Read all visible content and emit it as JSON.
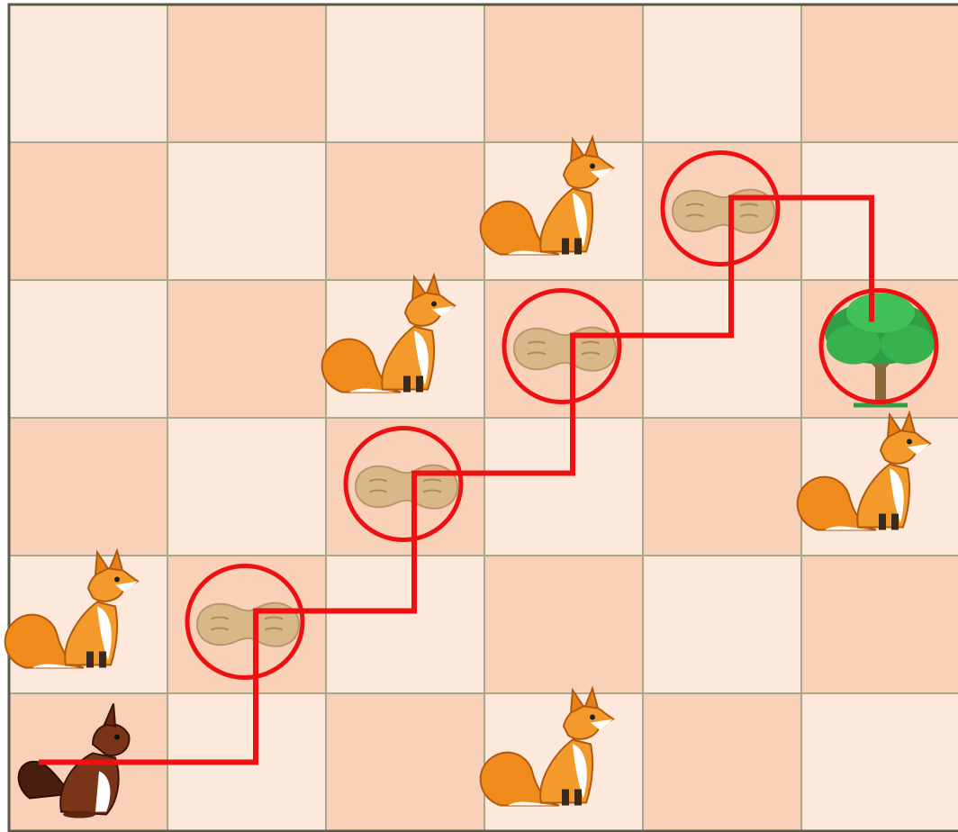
{
  "board": {
    "rows": 6,
    "cols": 6,
    "colors": {
      "light": "#fce9dc",
      "dark": "#f8d1b8",
      "grid_line": "#a8a88a",
      "border": "#5a5a4a",
      "path": "#ee1111"
    },
    "cells": [
      [
        "",
        "",
        "",
        "",
        "",
        ""
      ],
      [
        "",
        "",
        "",
        "fox",
        "peanut",
        ""
      ],
      [
        "",
        "",
        "fox",
        "peanut",
        "",
        "tree"
      ],
      [
        "",
        "",
        "peanut",
        "",
        "",
        "fox"
      ],
      [
        "fox",
        "peanut",
        "",
        "",
        "",
        ""
      ],
      [
        "squirrel",
        "",
        "",
        "fox",
        "",
        ""
      ]
    ],
    "path": [
      [
        5,
        0
      ],
      [
        4,
        1
      ],
      [
        3,
        2
      ],
      [
        2,
        3
      ],
      [
        1,
        4
      ],
      [
        2,
        5
      ]
    ],
    "circled": [
      [
        4,
        1
      ],
      [
        3,
        2
      ],
      [
        2,
        3
      ],
      [
        1,
        4
      ],
      [
        2,
        5
      ]
    ],
    "icons": {
      "fox": "fox-icon",
      "peanut": "peanut-icon",
      "tree": "tree-icon",
      "squirrel": "squirrel-icon"
    }
  }
}
